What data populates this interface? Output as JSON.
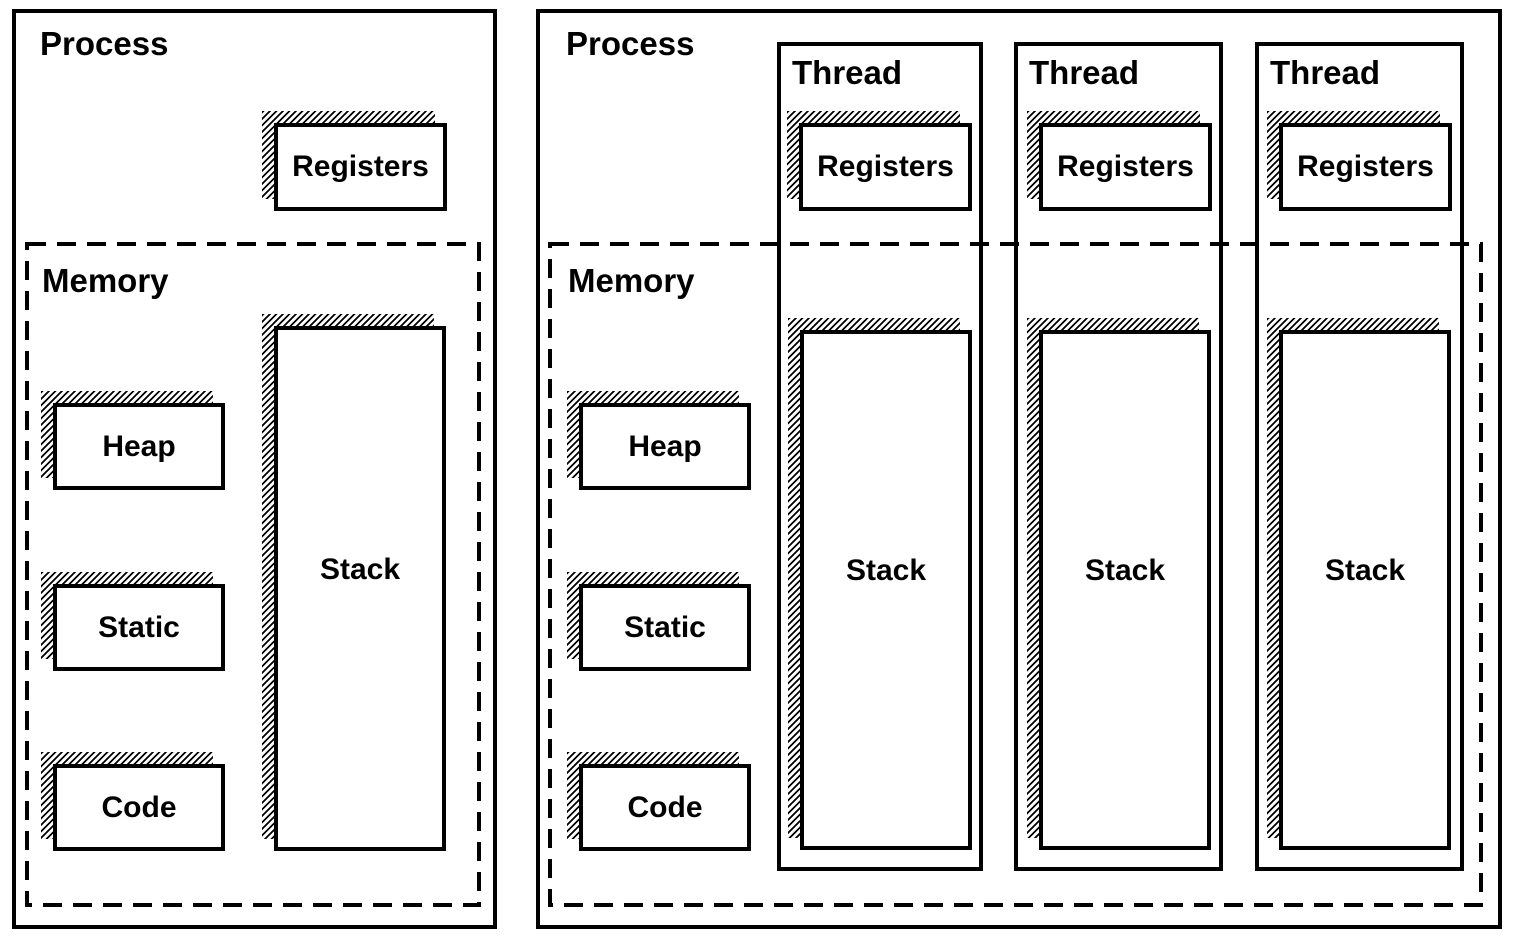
{
  "colors": {
    "ink": "#000000",
    "paper": "#ffffff"
  },
  "left_process": {
    "title": "Process",
    "registers": "Registers",
    "memory": {
      "label": "Memory",
      "heap": "Heap",
      "static": "Static",
      "code": "Code"
    },
    "stack": "Stack"
  },
  "right_process": {
    "title": "Process",
    "memory": {
      "label": "Memory",
      "heap": "Heap",
      "static": "Static",
      "code": "Code"
    },
    "threads": [
      {
        "title": "Thread",
        "registers": "Registers",
        "stack": "Stack"
      },
      {
        "title": "Thread",
        "registers": "Registers",
        "stack": "Stack"
      },
      {
        "title": "Thread",
        "registers": "Registers",
        "stack": "Stack"
      }
    ]
  }
}
